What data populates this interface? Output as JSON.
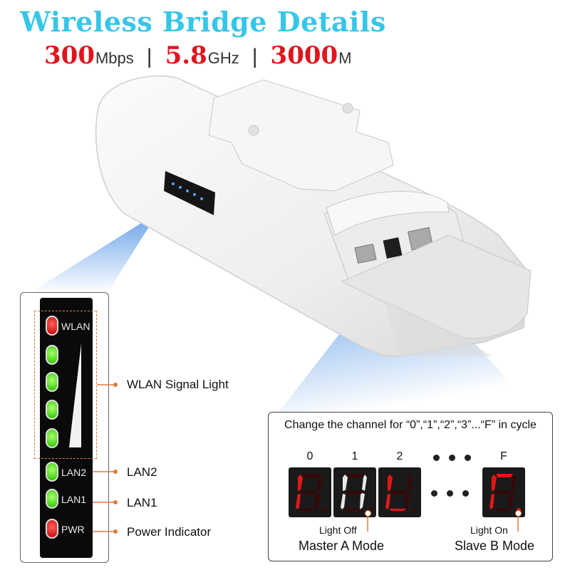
{
  "header": {
    "title": "Wireless Bridge Details",
    "specs": [
      {
        "value": "300",
        "unit": "Mbps"
      },
      {
        "value": "5.8",
        "unit": "GHz"
      },
      {
        "value": "3000",
        "unit": "M"
      }
    ],
    "separator": "|"
  },
  "led_panel": {
    "leds": [
      {
        "label": "WLAN",
        "color": "#e01010"
      },
      {
        "label": "",
        "color": "#30d010"
      },
      {
        "label": "",
        "color": "#30d010"
      },
      {
        "label": "",
        "color": "#30d010"
      },
      {
        "label": "",
        "color": "#30d010"
      },
      {
        "label": "LAN2",
        "color": "#30d010"
      },
      {
        "label": "LAN1",
        "color": "#30d010"
      },
      {
        "label": "PWR",
        "color": "#e01010"
      }
    ],
    "callouts": {
      "signal": "WLAN Signal Light",
      "lan2": "LAN2",
      "lan1": "LAN1",
      "power": "Power Indicator"
    }
  },
  "channel_panel": {
    "description": "Change the channel for “0”,“1”,“2”,“3”...“F” in cycle",
    "labels": [
      "0",
      "1",
      "2",
      "F"
    ],
    "light_off": "Light Off",
    "light_on": "Light On",
    "master_mode": "Master A  Mode",
    "slave_mode": "Slave B Mode"
  },
  "colors": {
    "title": "#36c6e8",
    "spec_number": "#e0141c",
    "callout_line": "#e07a3a",
    "segment_on": "#e01818",
    "beam": "#2f7fe0"
  }
}
